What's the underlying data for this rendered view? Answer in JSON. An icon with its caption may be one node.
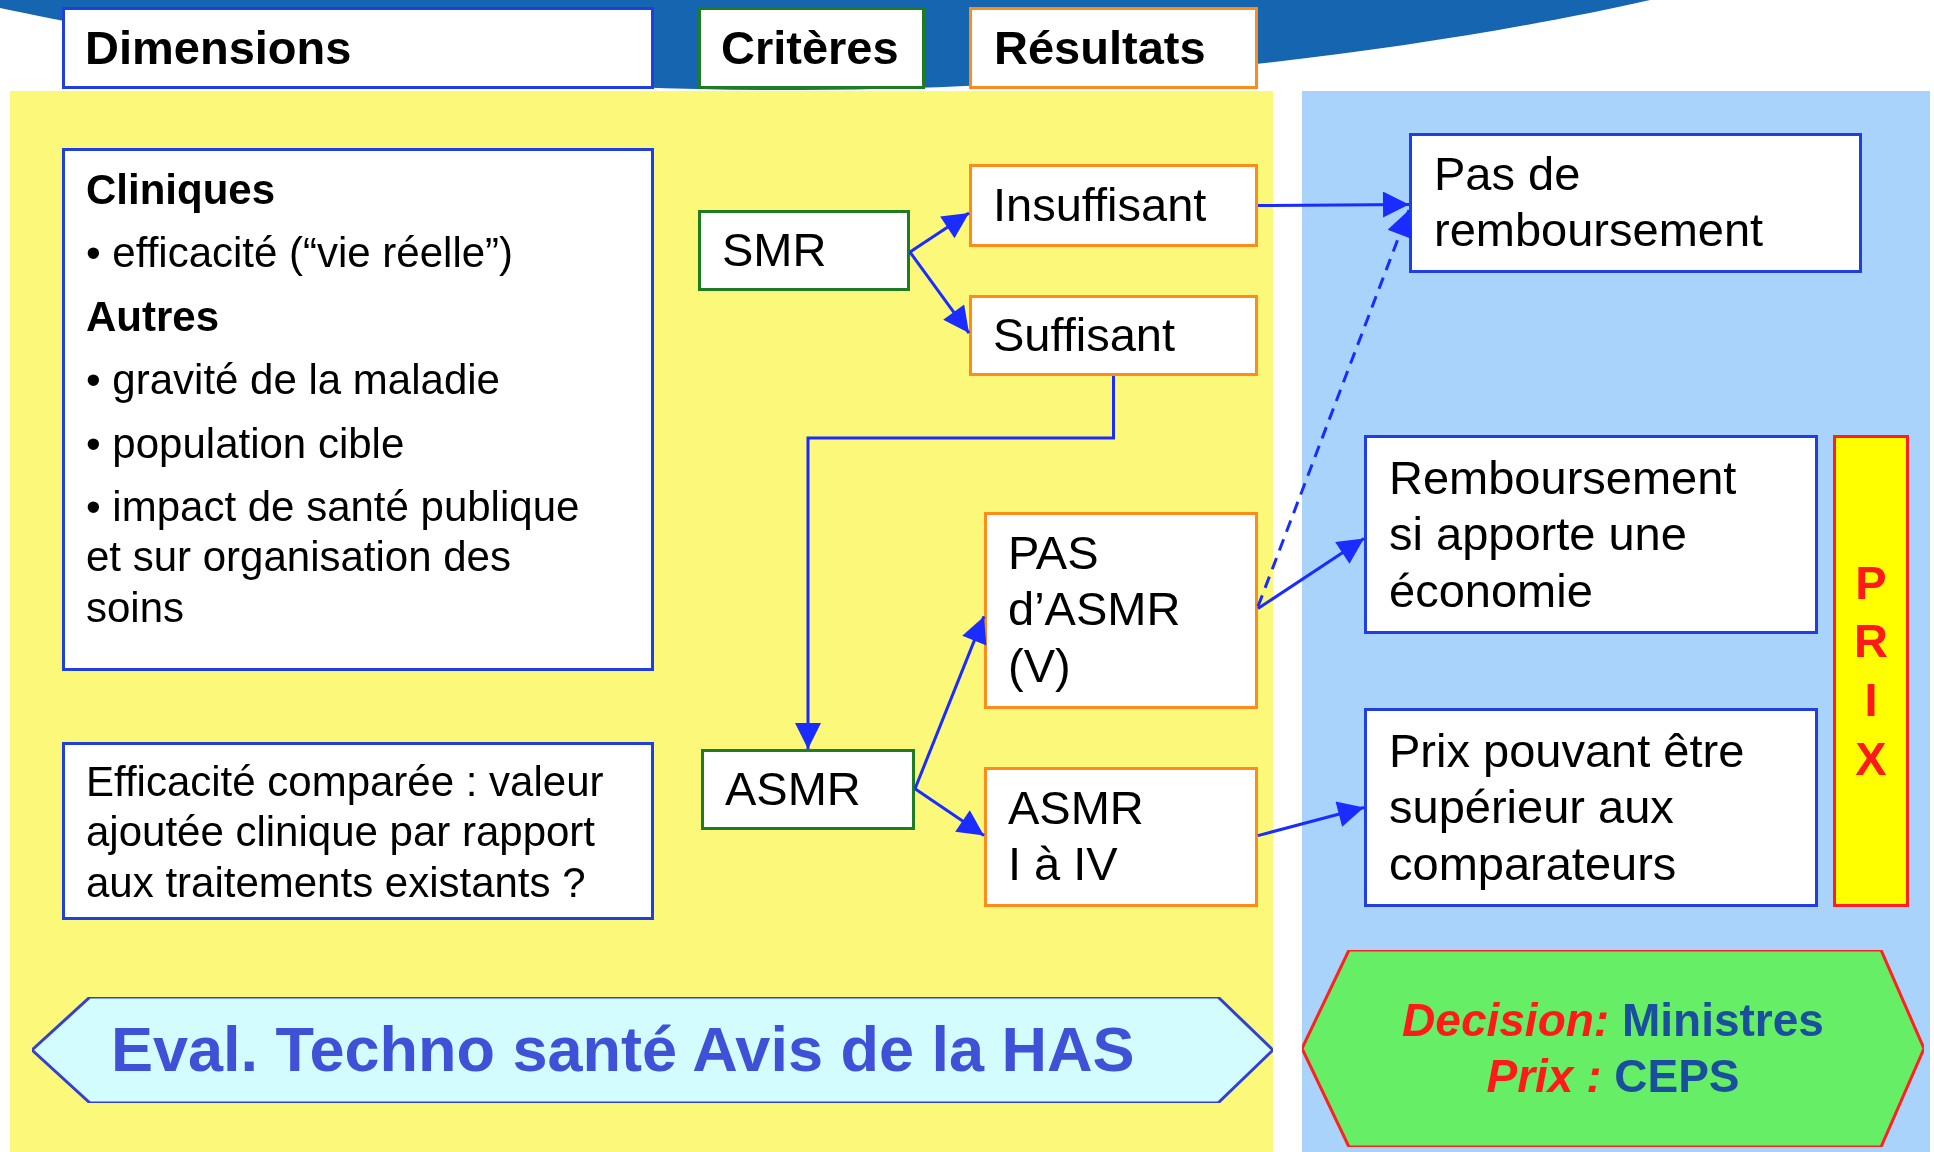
{
  "diagram": {
    "nodes": [
      {
        "text": [
          "Dimensions"
        ]
      },
      {
        "text": [
          "Critères"
        ]
      },
      {
        "text": [
          "Résultats"
        ]
      },
      {
        "text": [
          "Cliniques",
          "• efficacité (“vie réelle”)",
          "Autres",
          "• gravité de la maladie",
          "• population cible",
          "• impact de santé publique et sur organisation des soins"
        ]
      },
      {
        "text": [
          "SMR"
        ]
      },
      {
        "text": [
          "Insuffisant"
        ]
      },
      {
        "text": [
          "Suffisant"
        ]
      },
      {
        "text": [
          "Pas de remboursement"
        ]
      },
      {
        "text": [
          "PAS d’ASMR (V)"
        ]
      },
      {
        "text": [
          "Remboursement si apporte une économie"
        ]
      },
      {
        "text": [
          "PRIX"
        ]
      },
      {
        "text": [
          "Efficacité comparée : valeur ajoutée clinique par rapport aux traitements existants ?"
        ]
      },
      {
        "text": [
          "ASMR"
        ]
      },
      {
        "text": [
          "ASMR I à IV"
        ]
      },
      {
        "text": [
          "Prix pouvant être supérieur aux comparateurs"
        ]
      },
      {
        "text": [
          "Eval. Techno santé Avis de la HAS"
        ]
      },
      {
        "text": [
          "*Decision:* Ministres",
          "*Prix :* CEPS"
        ]
      }
    ],
    "edges": [
      {
        "from": 4,
        "to": 5,
        "arrow": "to"
      },
      {
        "from": 4,
        "to": 6,
        "arrow": "to"
      },
      {
        "from": 6,
        "to": 12,
        "arrow": "to"
      },
      {
        "from": 12,
        "to": 8,
        "arrow": "to"
      },
      {
        "from": 12,
        "to": 13,
        "arrow": "to"
      },
      {
        "from": 5,
        "to": 7,
        "arrow": "to"
      },
      {
        "from": 8,
        "to": 7,
        "arrow": "to",
        "style": "dashed"
      },
      {
        "from": 8,
        "to": 9,
        "arrow": "to"
      },
      {
        "from": 13,
        "to": 14,
        "arrow": "to"
      }
    ]
  }
}
